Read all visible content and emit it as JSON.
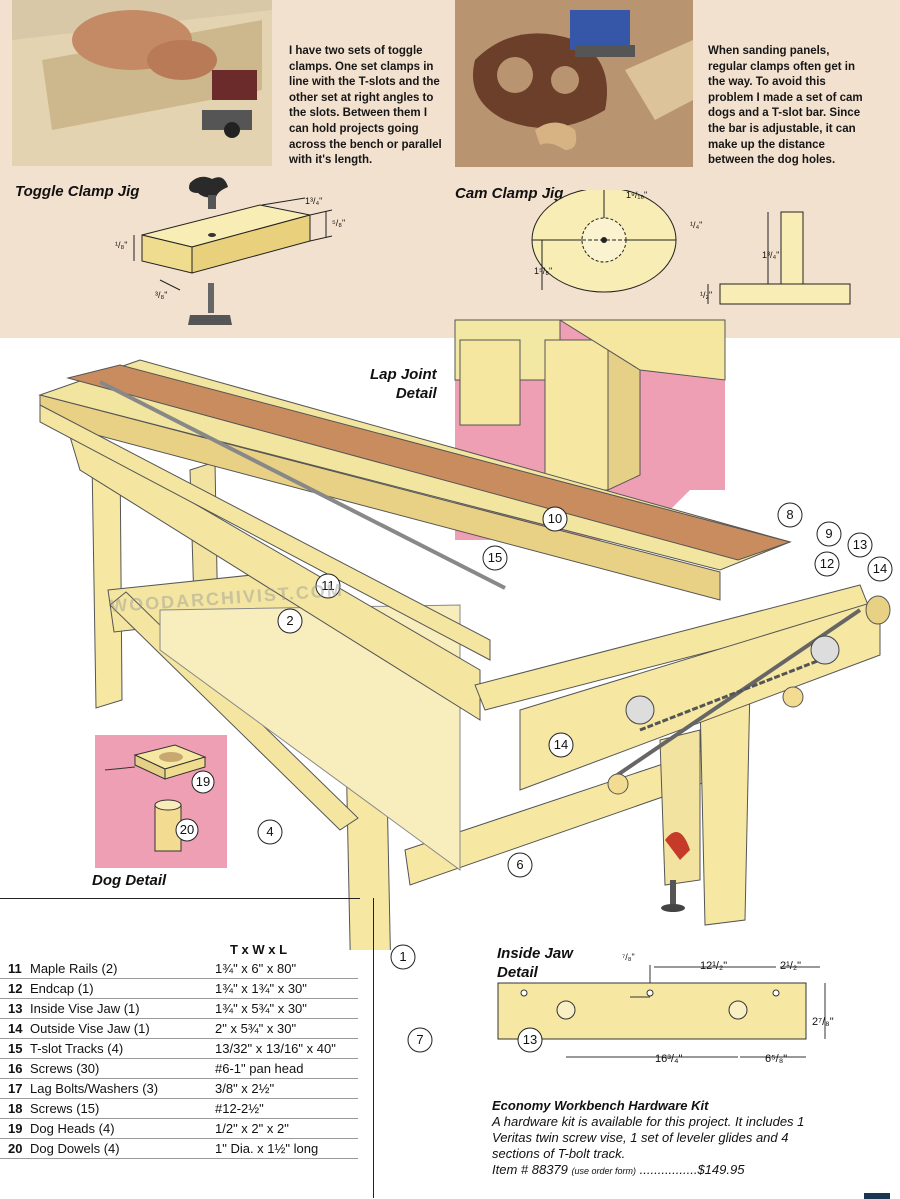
{
  "toggle_section": {
    "note": "I have two sets of toggle\nclamps. One set clamps in\nline with the T-slots and the\nother set at right angles to\nthe slots. Between them I\ncan hold projects going\nacross the bench or parallel\nwith it's length.",
    "heading": "Toggle Clamp Jig",
    "dims": {
      "width": "1³/₄\"",
      "height": "⁵/₈\"",
      "slot": "¹/₈\"",
      "offset": "³/₈\""
    }
  },
  "cam_section": {
    "note": "When sanding panels,\nregular clamps often get in\nthe way. To avoid this\nproblem I made a set of cam\ndogs and a T-slot bar. Since\nthe bar is adjustable, it can\nmake up the distance\nbetween the dog holes.",
    "heading": "Cam Clamp Jig",
    "dims": {
      "top": "1⁹/₁₆\"",
      "gap": "¹/₄\"",
      "left": "1⁵/₈\"",
      "post": "1³/₄\"",
      "base": "¹/₂\""
    }
  },
  "lap_joint": {
    "heading": "Lap Joint\nDetail"
  },
  "dog_detail": {
    "heading": "Dog Detail",
    "callouts": [
      "19",
      "20"
    ]
  },
  "bench_callouts": [
    "1",
    "2",
    "4",
    "6",
    "7",
    "8",
    "9",
    "10",
    "11",
    "12",
    "13",
    "14",
    "14",
    "15"
  ],
  "watermark": "WOODARCHIVIST.COM",
  "parts_list": {
    "header": "T x W x L",
    "rows": [
      {
        "num": "11",
        "name": "Maple Rails (2)",
        "size": "1¾\" x 6\" x 80\""
      },
      {
        "num": "12",
        "name": "Endcap (1)",
        "size": "1¾\" x 1¾\" x 30\""
      },
      {
        "num": "13",
        "name": "Inside Vise Jaw (1)",
        "size": "1¾\" x 5¾\" x 30\""
      },
      {
        "num": "14",
        "name": "Outside Vise Jaw (1)",
        "size": "2\" x 5¾\" x 30\""
      },
      {
        "num": "15",
        "name": "T-slot Tracks (4)",
        "size": "13/32\" x 13/16\" x 40\""
      },
      {
        "num": "16",
        "name": "Screws (30)",
        "size": "#6-1\" pan head"
      },
      {
        "num": "17",
        "name": "Lag Bolts/Washers (3)",
        "size": "3/8\" x 2½\""
      },
      {
        "num": "18",
        "name": "Screws (15)",
        "size": "#12-2½\""
      },
      {
        "num": "19",
        "name": "Dog Heads (4)",
        "size": "1/2\" x 2\" x 2\""
      },
      {
        "num": "20",
        "name": "Dog Dowels (4)",
        "size": "1\" Dia. x 1½\" long"
      }
    ]
  },
  "inside_jaw": {
    "heading": "Inside Jaw\nDetail",
    "callout": "13",
    "dims": {
      "a": "⁷/₈\"",
      "b": "12¹/₂\"",
      "c": "2¹/₂\"",
      "d": "2⁷/₈\"",
      "e": "16³/₄\"",
      "f": "6⁵/₈\""
    }
  },
  "kit": {
    "title": "Economy Workbench Hardware Kit",
    "body": "A hardware kit is available for this project. It includes 1 Veritas twin screw vise, 1 set of leveler glides and 4 sections of T-bolt track.",
    "item_prefix": "Item # 88379",
    "item_note": "(use order form)",
    "item_dots": " ................",
    "price": "$149.95"
  }
}
